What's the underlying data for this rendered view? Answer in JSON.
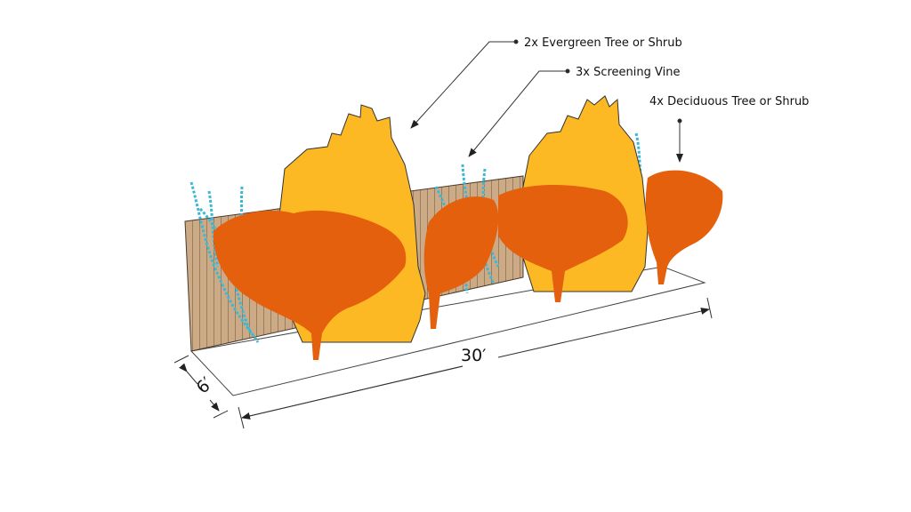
{
  "labels": {
    "evergreen": "2x Evergreen Tree or Shrub",
    "vine": "3x Screening Vine",
    "deciduous": "4x Deciduous Tree or Shrub"
  },
  "dimensions": {
    "length": "30′",
    "depth": "6′"
  },
  "colors": {
    "evergreen": "#FDB924",
    "deciduous": "#E4600C",
    "vine": "#3BB8D6",
    "fence": "#CDAA86"
  }
}
